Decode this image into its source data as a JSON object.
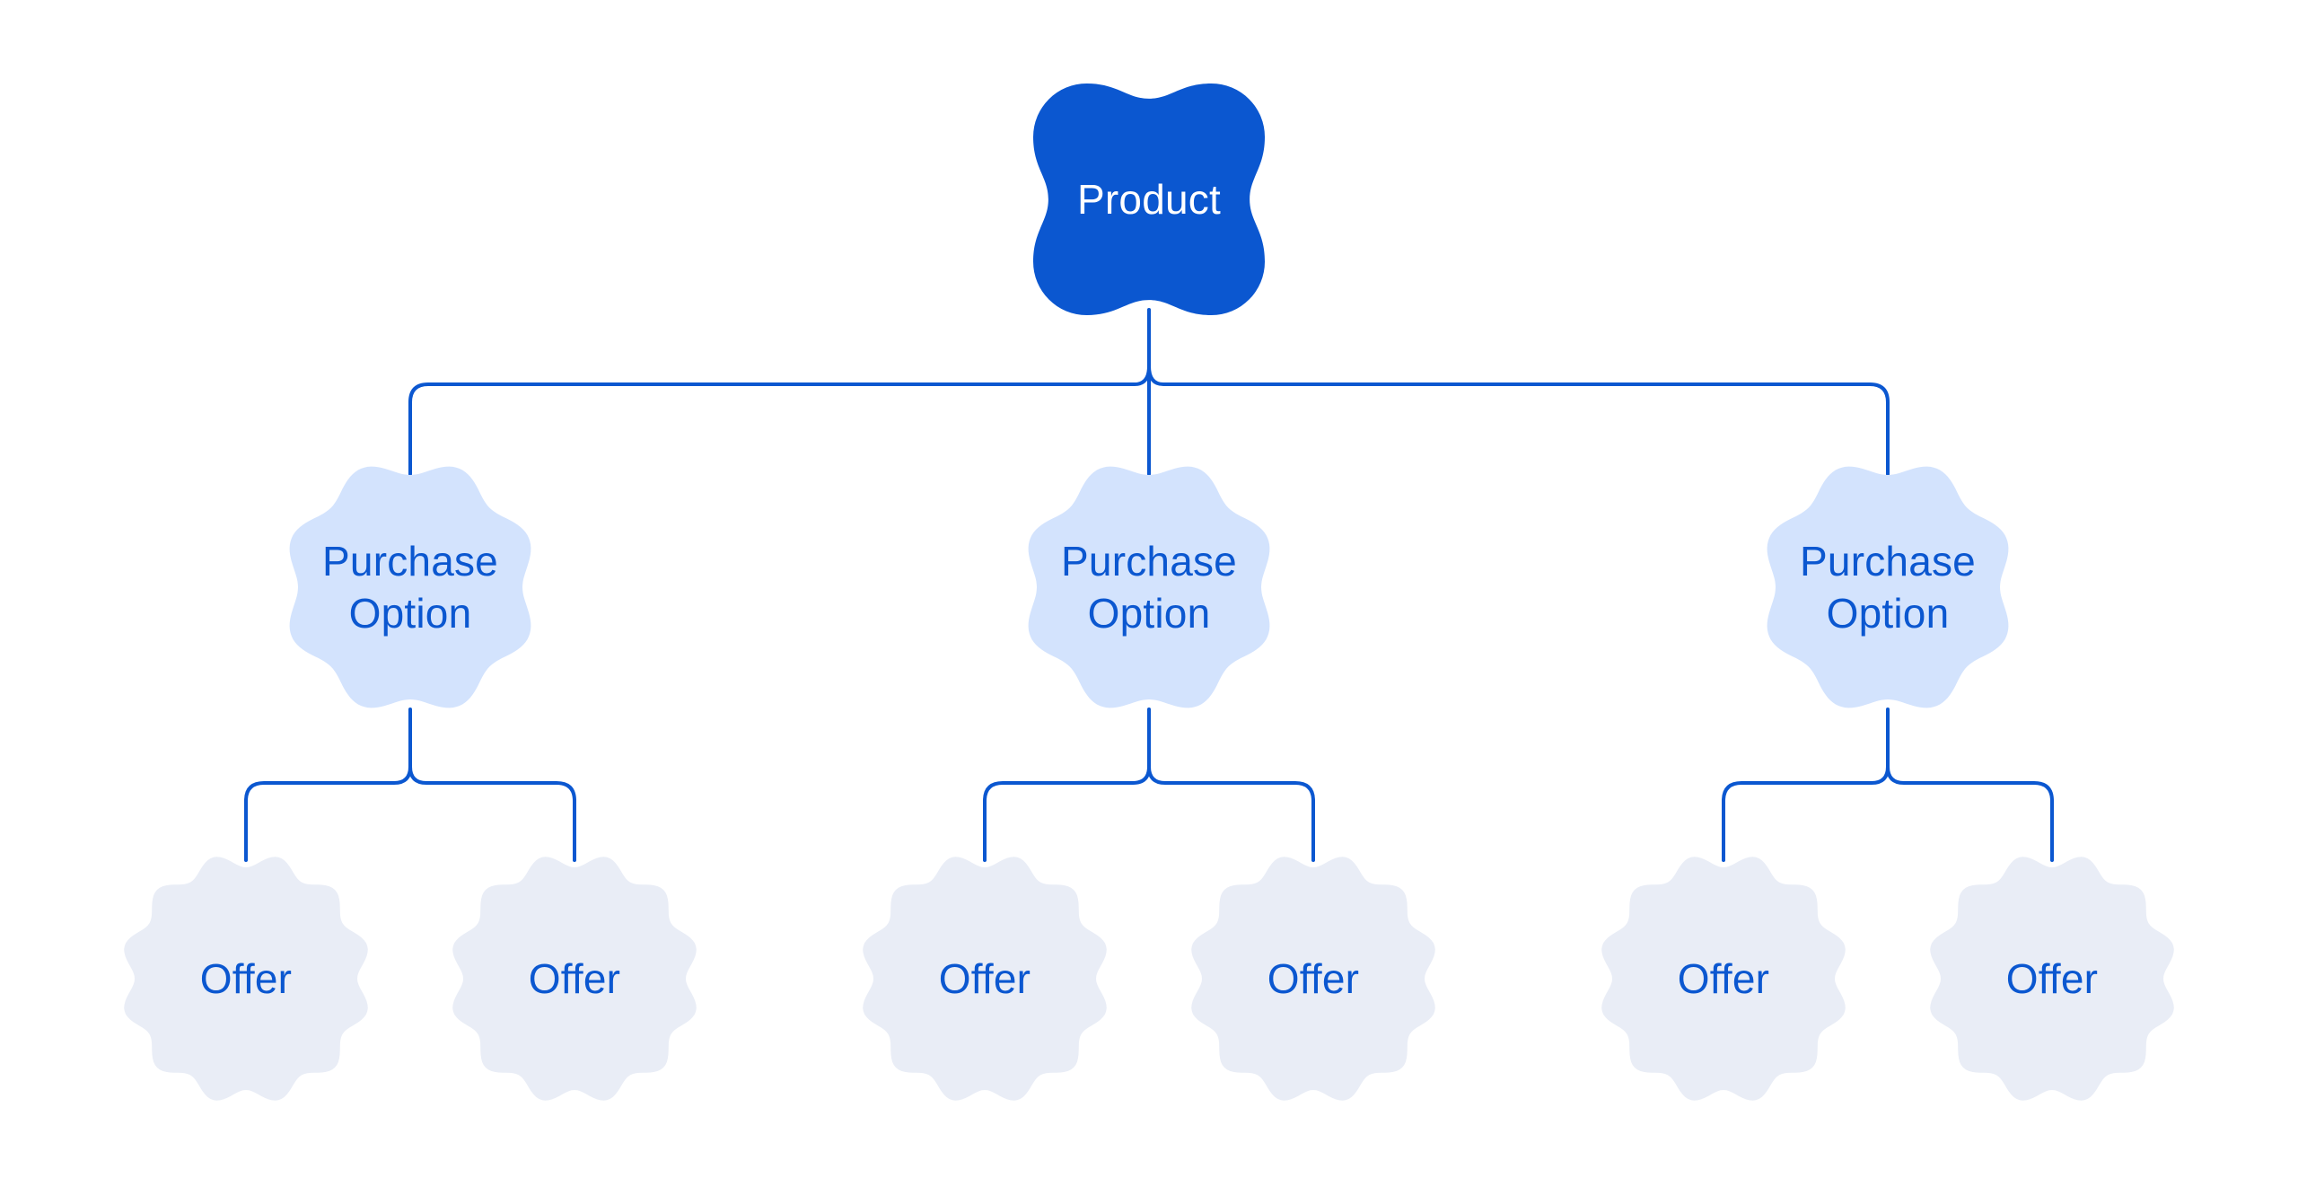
{
  "figure": {
    "type": "tree-diagram",
    "background": "#ffffff"
  },
  "colors": {
    "primary_blue": "#0b57d0",
    "purchase_option_fill": "#d3e3fd",
    "offer_fill": "#e9edf6",
    "label_on_dark": "#ffffff",
    "connector": "#0b57d0"
  },
  "tree": {
    "product": {
      "label": "Product"
    },
    "purchase_options": [
      {
        "label": "Purchase Option",
        "offers": [
          "Offer",
          "Offer"
        ]
      },
      {
        "label": "Purchase Option",
        "offers": [
          "Offer",
          "Offer"
        ]
      },
      {
        "label": "Purchase Option",
        "offers": [
          "Offer",
          "Offer"
        ]
      }
    ]
  }
}
